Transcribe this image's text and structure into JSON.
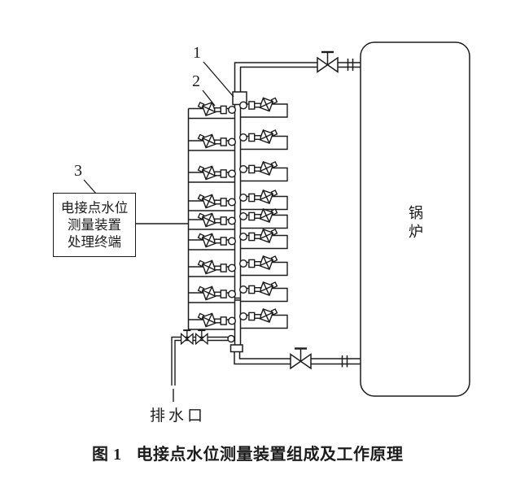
{
  "diagram": {
    "caption": {
      "figure_no": "图 1",
      "title": "电接点水位测量装置组成及工作原理"
    },
    "callouts": {
      "c1": "1",
      "c2": "2",
      "c3": "3"
    },
    "terminal_box": {
      "lines": [
        "电接点水位",
        "测量装置",
        "处理终端"
      ]
    },
    "boiler": {
      "label_lines": [
        "锅",
        "炉"
      ]
    },
    "drain_label": "排水口",
    "electrode_rows": 9,
    "electrodes_per_row": 2,
    "valve_count": 4,
    "colors": {
      "line": "#1c1c1c",
      "background": "#ffffff"
    }
  }
}
